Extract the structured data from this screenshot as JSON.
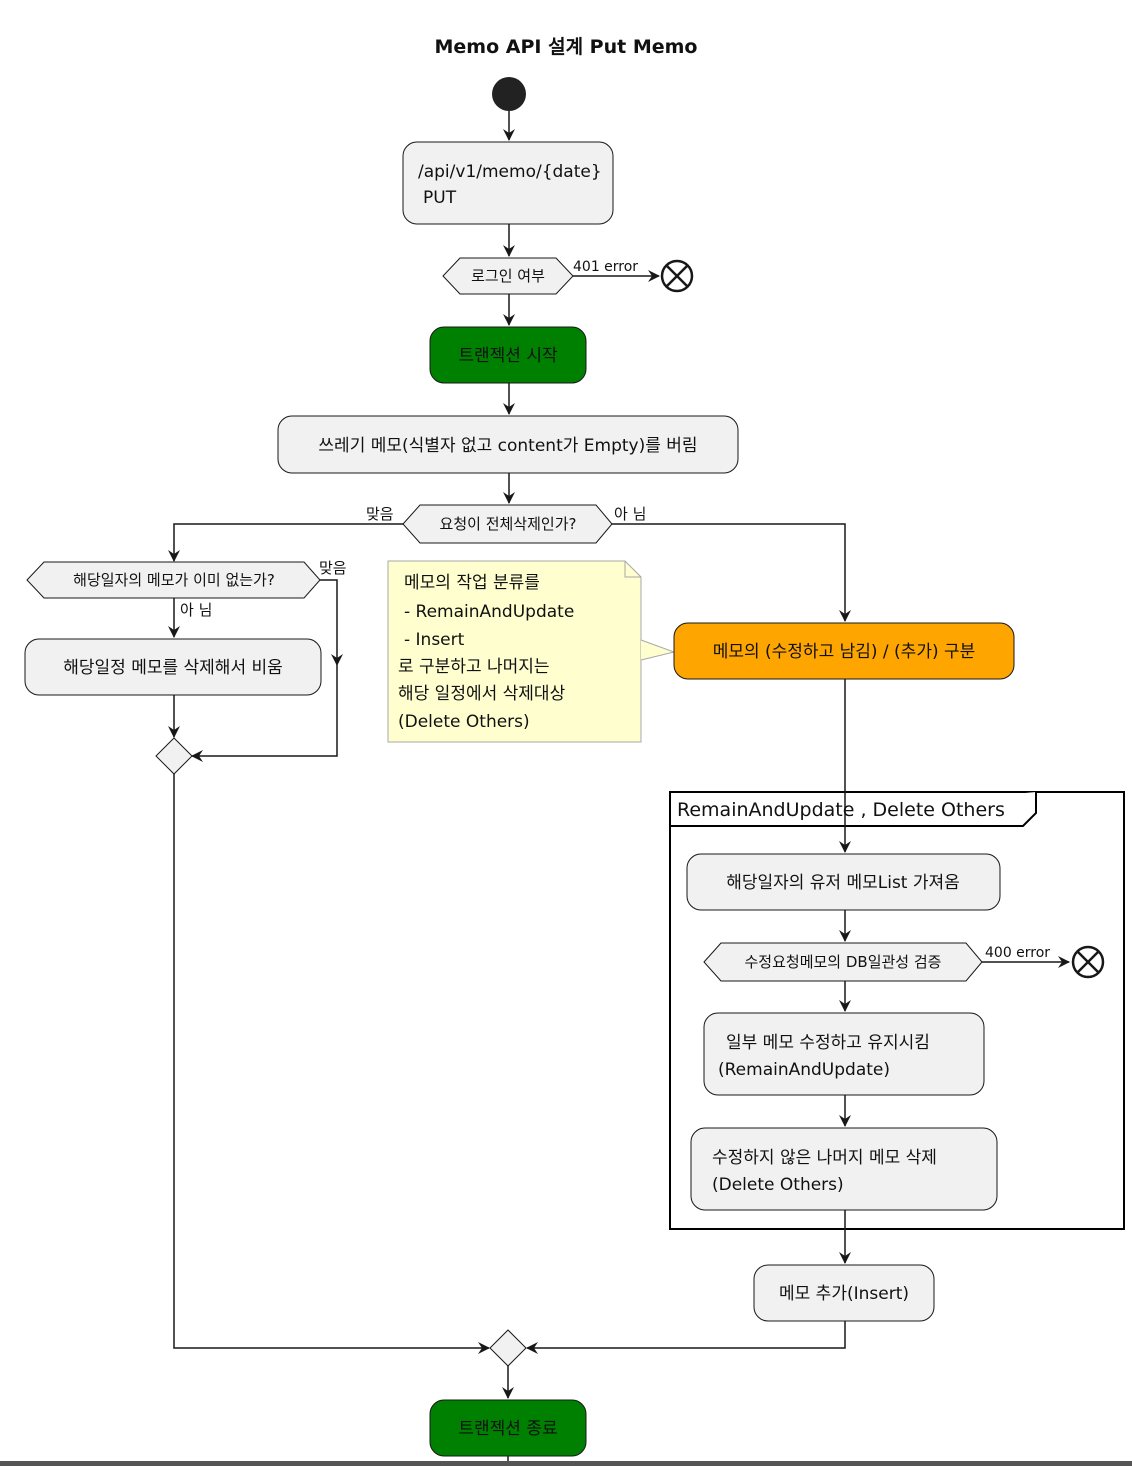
{
  "diagram": {
    "title": "Memo API 설계 Put Memo",
    "nodes": {
      "endpoint_line1": "/api/v1/memo/{date}",
      "endpoint_line2": "PUT",
      "login_check": "로그인 여부",
      "login_error": "401 error",
      "tx_start": "트랜젝션 시작",
      "discard_trash": "쓰레기 메모(식별자 없고 content가 Empty)를 버림",
      "is_delete_all": "요청이 전체삭제인가?",
      "yes_left": "맞음",
      "no_right": "아 님",
      "already_empty": "해당일자의 메모가 이미 없는가?",
      "yes_empty": "맞음",
      "no_empty": "아 님",
      "clear_day": "해당일정 메모를 삭제해서 비움",
      "classify": "메모의 (수정하고 남김) / (추가) 구분",
      "frame_label": "RemainAndUpdate , Delete Others",
      "fetch_list": "해당일자의 유저 메모List 가져옴",
      "db_check": "수정요청메모의 DB일관성 검증",
      "db_error": "400 error",
      "update_line1": "일부 메모 수정하고 유지시킴",
      "update_line2": "(RemainAndUpdate)",
      "delete_line1": "수정하지 않은 나머지 메모 삭제",
      "delete_line2": "(Delete Others)",
      "insert": "메모 추가(Insert)",
      "tx_end": "트랜젝션 종료"
    },
    "note": [
      "메모의 작업 분류를",
      " - RemainAndUpdate",
      " - Insert",
      "로 구분하고 나머지는",
      "해당 일정에서 삭제대상",
      "(Delete Others)"
    ],
    "colors": {
      "green": "#008000",
      "orange": "#ffa500",
      "note": "#fefece",
      "box": "#f1f1f1"
    }
  }
}
